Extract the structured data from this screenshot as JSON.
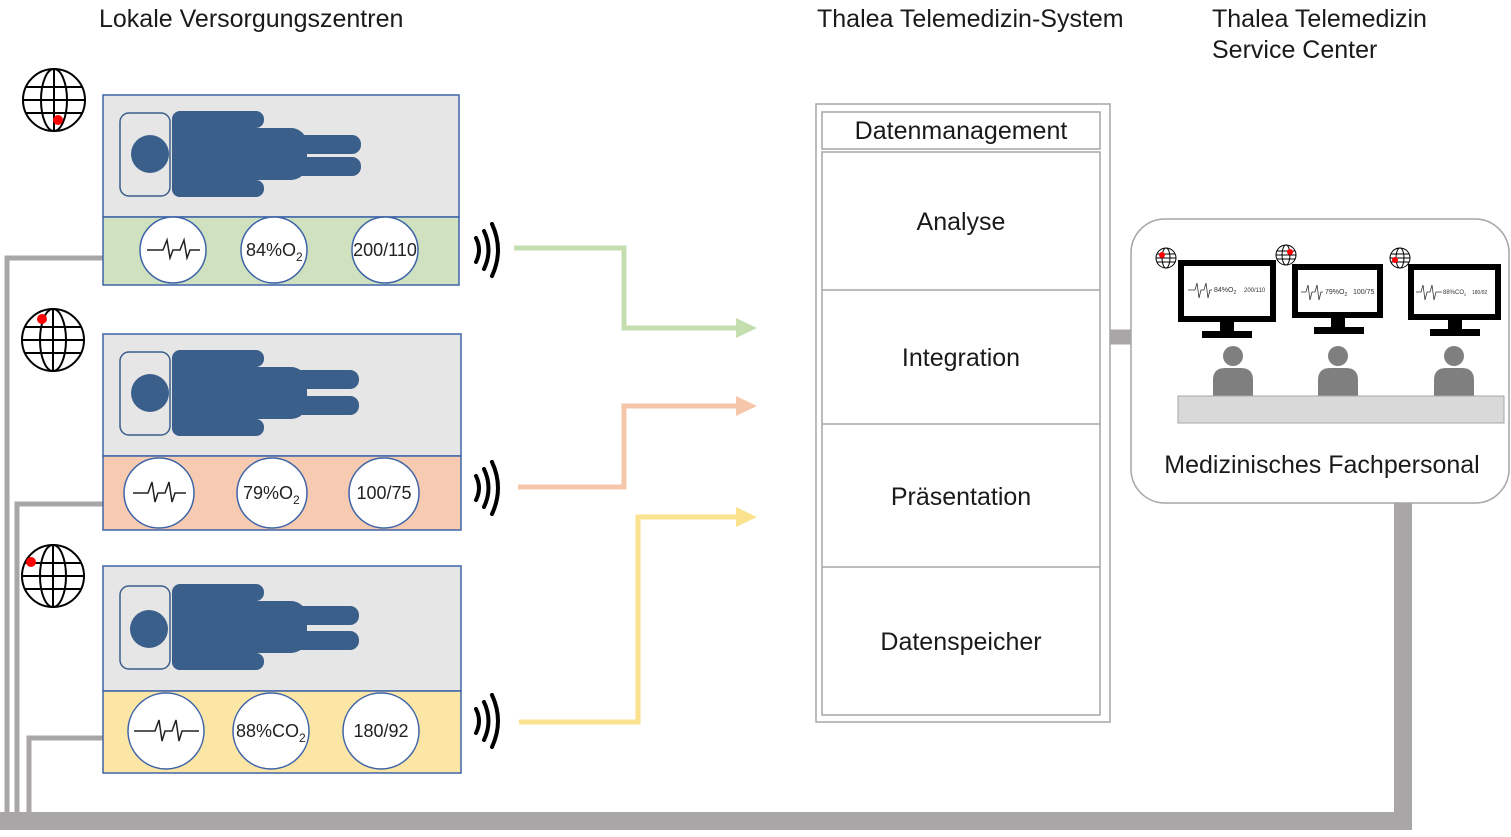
{
  "headings": {
    "left": "Lokale Versorgungszentren",
    "middle": "Thalea Telemedizin-System",
    "right_line1": "Thalea Telemedizin",
    "right_line2": "Service Center"
  },
  "system": {
    "header": "Datenmanagement",
    "layers": [
      "Analyse",
      "Integration",
      "Präsentation",
      "Datenspeicher"
    ]
  },
  "service_center": {
    "label": "Medizinisches Fachpersonal"
  },
  "patients": [
    {
      "o2_main": "84%O",
      "o2_sub": "2",
      "bp": "200/110",
      "panel_color": "#cfe1be",
      "arrow_color": "#c4deb0",
      "monitor": {
        "o2": "84%O",
        "sub": "2",
        "bp": "200/110"
      }
    },
    {
      "o2_main": "79%O",
      "o2_sub": "2",
      "bp": "100/75",
      "panel_color": "#f6cbb1",
      "arrow_color": "#f5c6a9",
      "monitor": {
        "o2": "79%O",
        "sub": "2",
        "bp": "100/75"
      }
    },
    {
      "o2_main": "88%CO",
      "o2_sub": "2",
      "bp": "180/92",
      "panel_color": "#fbe6a6",
      "arrow_color": "#fbe28f",
      "monitor": {
        "o2": "88%CO",
        "sub": "2",
        "bp": "180/92"
      }
    }
  ],
  "colors": {
    "bed": "#e6e6e6",
    "bed_border": "#3e64a8",
    "figure": "#3b5f8b",
    "connector": "#a8a6a6",
    "person": "#7f7f7f",
    "globe_dot": "#ff0000"
  },
  "icons": [
    "globe-icon",
    "patient-figure-icon",
    "ecg-icon",
    "wireless-signal-icon",
    "monitor-icon",
    "person-icon"
  ]
}
